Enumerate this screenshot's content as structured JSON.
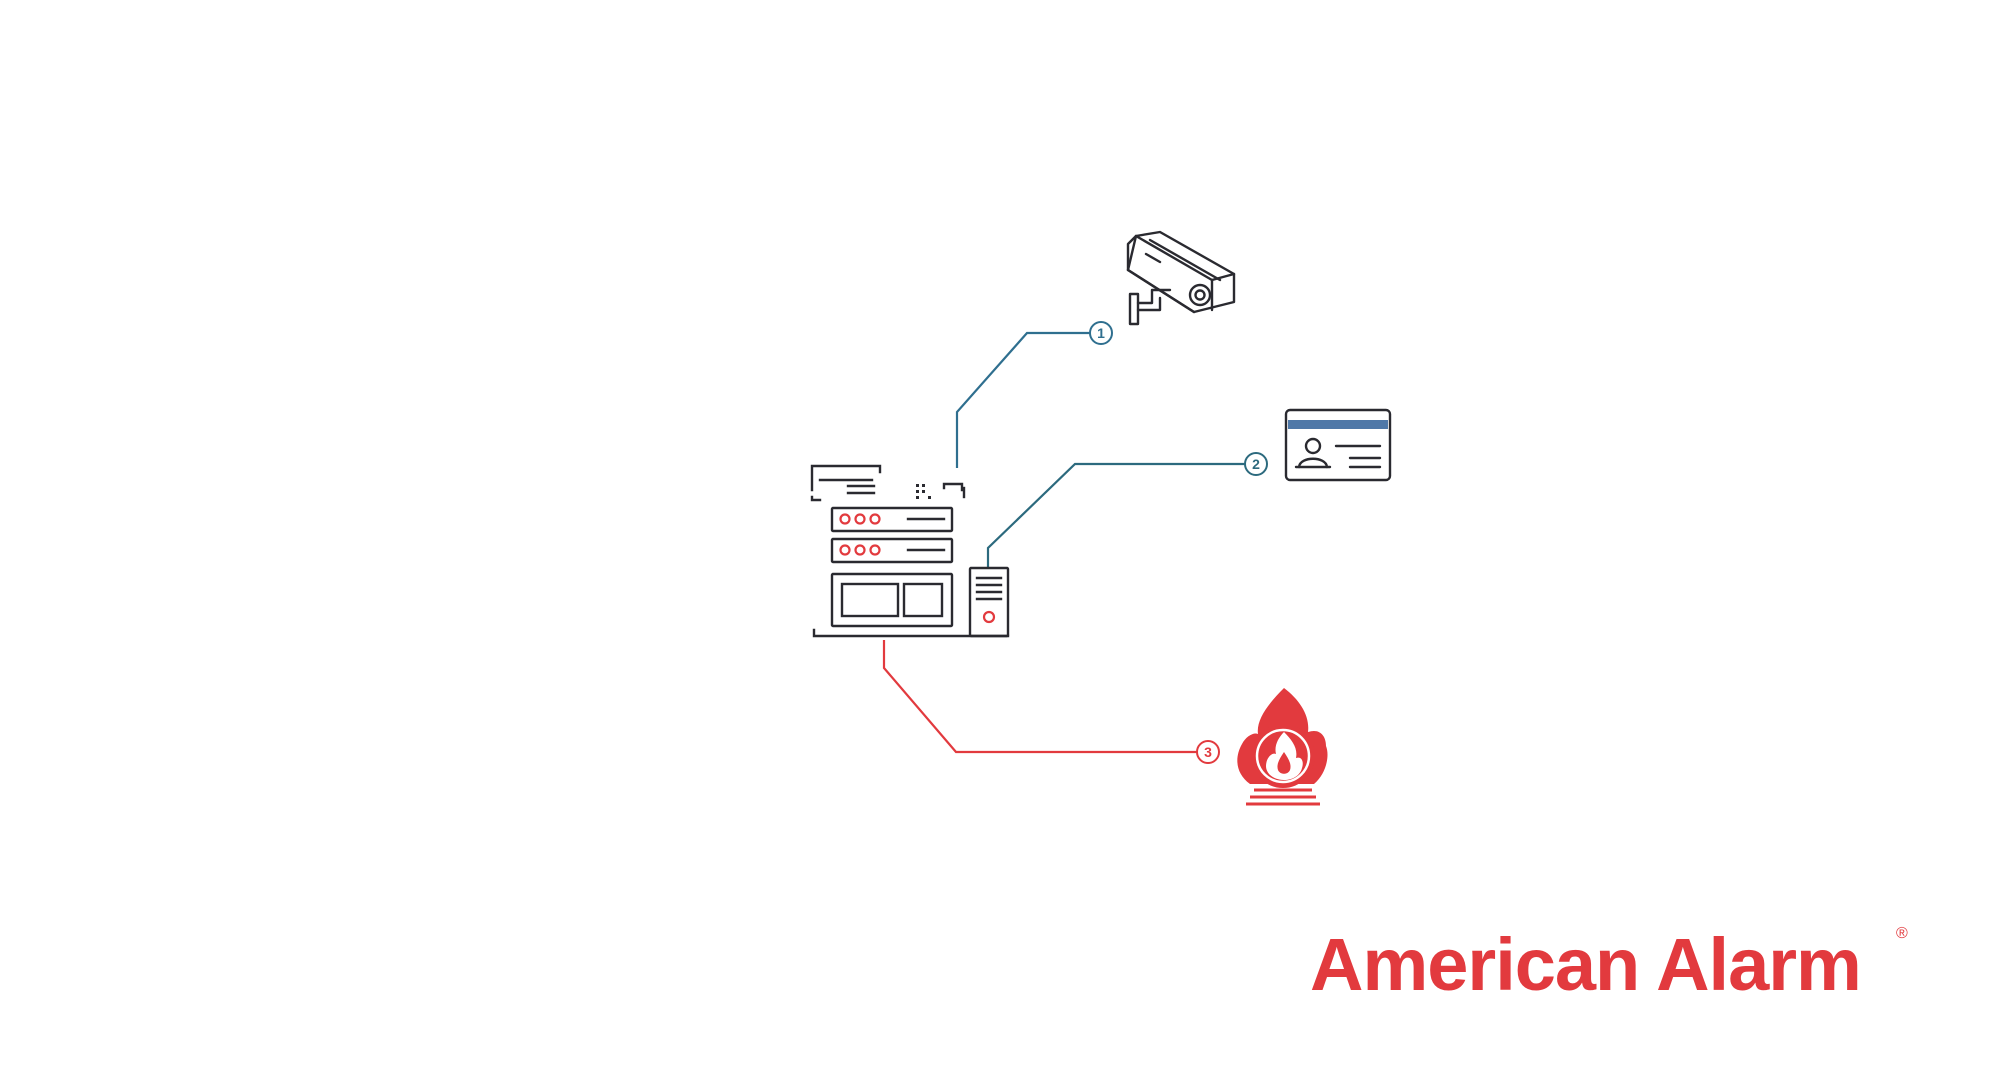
{
  "colors": {
    "background": "#ffffff",
    "outline": "#2a2a30",
    "blue": "#2f6f8f",
    "teal": "#2c6a7e",
    "red": "#e23a3e",
    "card_stripe": "#4f78a8"
  },
  "connections": [
    {
      "number": "1",
      "target": "camera-icon",
      "color": "#2f6f8f"
    },
    {
      "number": "2",
      "target": "id-card-icon",
      "color": "#2c6a7e"
    },
    {
      "number": "3",
      "target": "fire-alarm-icon",
      "color": "#e23a3e"
    }
  ],
  "brand": {
    "name": "American Alarm",
    "registered": "®",
    "color": "#e23a3e"
  }
}
